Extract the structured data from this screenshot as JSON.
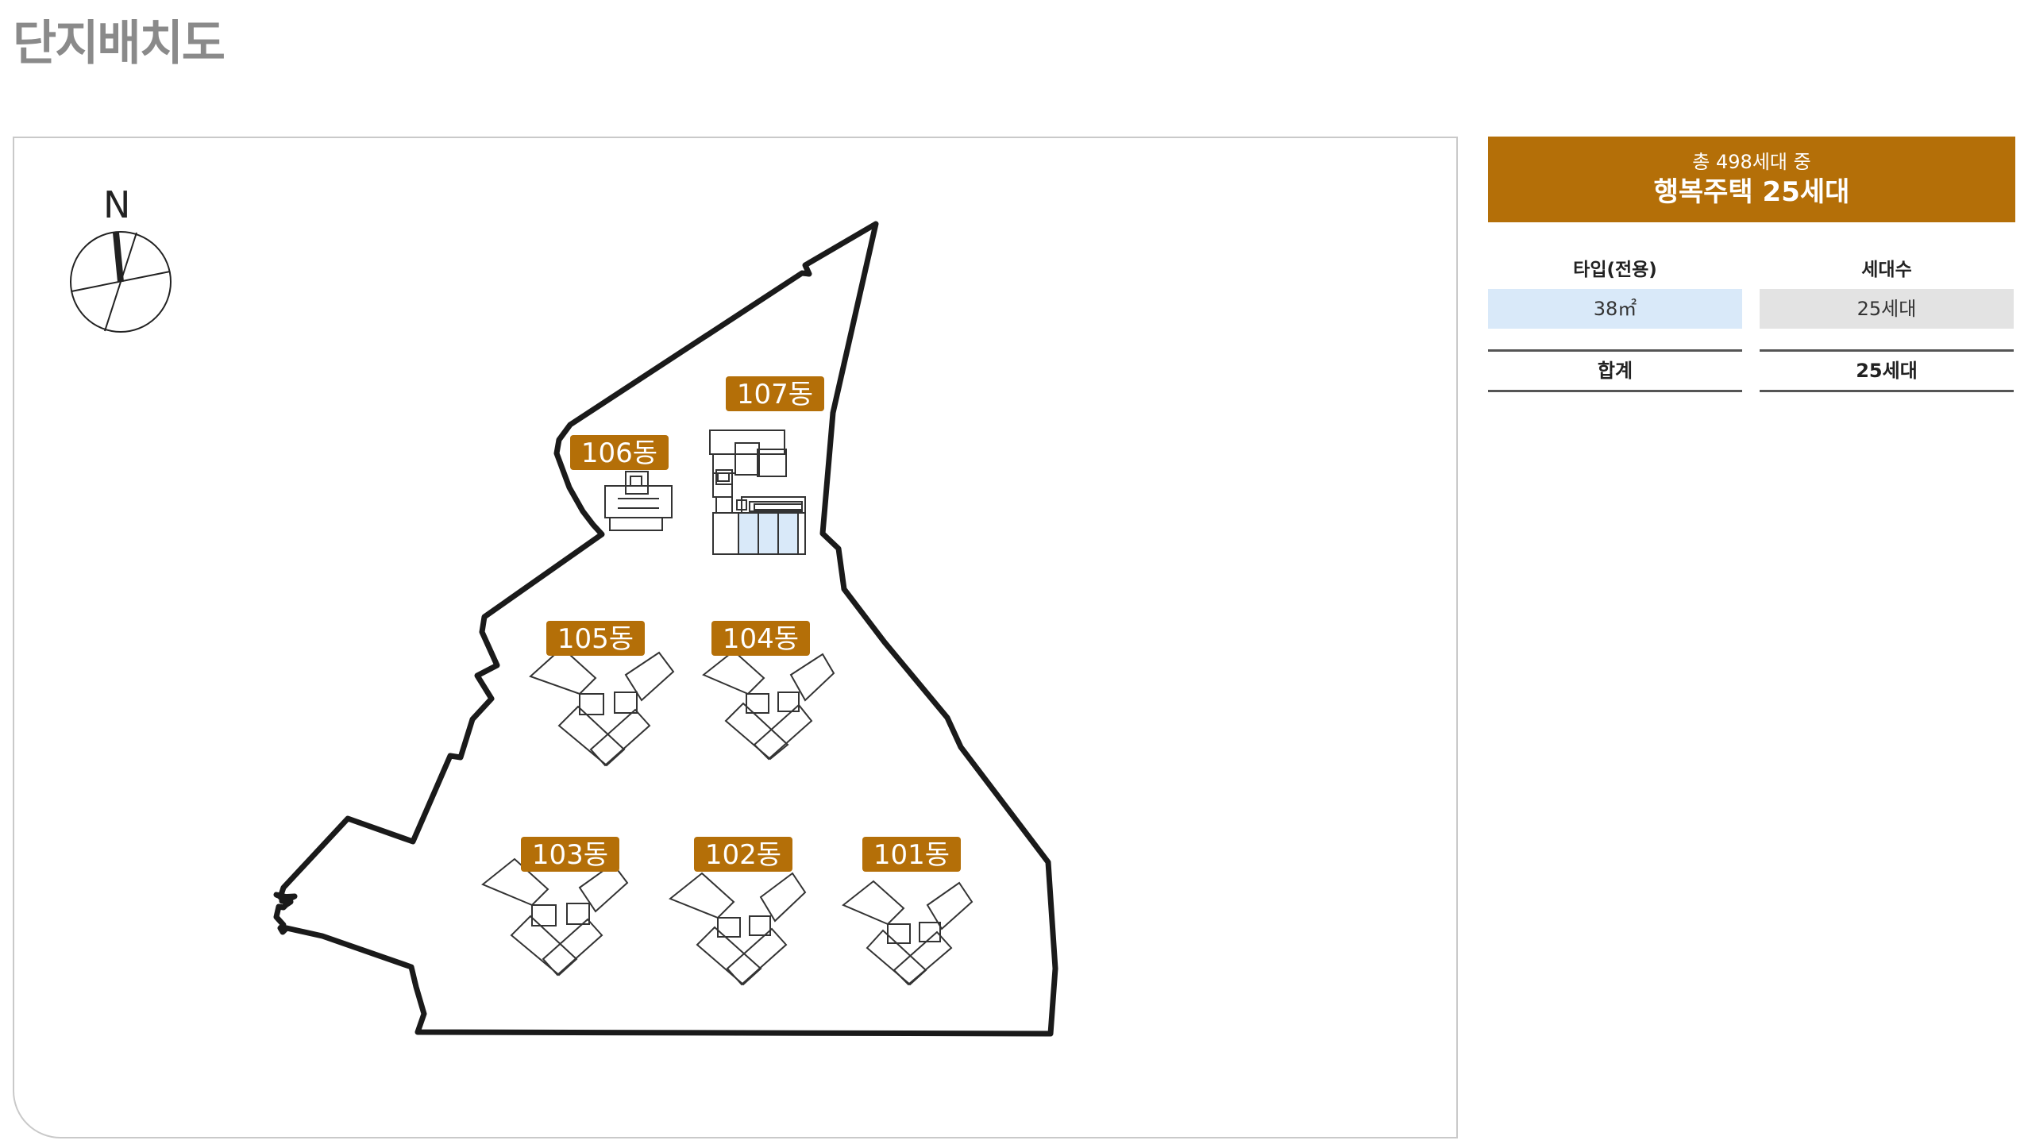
{
  "page": {
    "title": "단지배치도"
  },
  "map": {
    "compass_label": "N",
    "buildings": [
      {
        "id": "101",
        "label": "101동",
        "highlighted": false
      },
      {
        "id": "102",
        "label": "102동",
        "highlighted": false
      },
      {
        "id": "103",
        "label": "103동",
        "highlighted": false
      },
      {
        "id": "104",
        "label": "104동",
        "highlighted": false
      },
      {
        "id": "105",
        "label": "105동",
        "highlighted": false
      },
      {
        "id": "106",
        "label": "106동",
        "highlighted": false
      },
      {
        "id": "107",
        "label": "107동",
        "highlighted": true
      }
    ]
  },
  "summary": {
    "subtitle": "총 498세대 중",
    "headline": "행복주택 25세대",
    "col_type_header": "타입(전용)",
    "col_units_header": "세대수",
    "rows": [
      {
        "type": "38㎡",
        "units": "25세대"
      }
    ],
    "total_label": "합계",
    "total_value": "25세대"
  },
  "colors": {
    "accent": "#b46f08",
    "highlight_unit": "#d9e9f9",
    "frame": "#c9c9c9"
  }
}
